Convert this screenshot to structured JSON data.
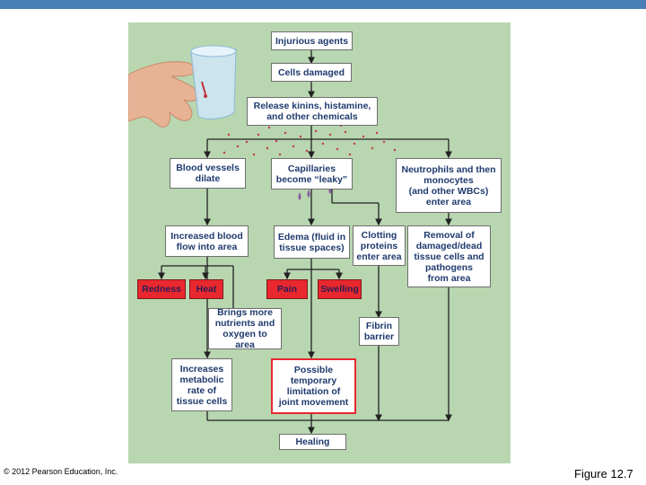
{
  "boxes": {
    "injurious": "Injurious agents",
    "cells_damaged": "Cells damaged",
    "release": "Release kinins, histamine,\nand other chemicals",
    "dilate": "Blood vessels\ndilate",
    "leaky": "Capillaries\nbecome “leaky”",
    "neutrophils": "Neutrophils and then\nmonocytes\n(and other WBCs)\nenter area",
    "blood_flow": "Increased blood\nflow into area",
    "edema": "Edema (fluid in\ntissue spaces)",
    "clotting": "Clotting\nproteins\nenter area",
    "removal": "Removal of\ndamaged/dead\ntissue cells and\npathogens\nfrom area",
    "redness": "Redness",
    "heat": "Heat",
    "pain": "Pain",
    "swelling": "Swelling",
    "nutrients": "Brings more\nnutrients and\noxygen to area",
    "fibrin": "Fibrin\nbarrier",
    "metabolic": "Increases\nmetabolic\nrate of\ntissue cells",
    "joint": "Possible\ntemporary\nlimitation of\njoint movement",
    "healing": "Healing"
  },
  "footer": {
    "copyright": "© 2012 Pearson Education, Inc.",
    "figure": "Figure 12.7"
  },
  "colors": {
    "panel": "#b8d6b0",
    "symptom_red": "#e8282e",
    "text_blue": "#1f3a6e",
    "header_bar": "#4a7fb5"
  }
}
